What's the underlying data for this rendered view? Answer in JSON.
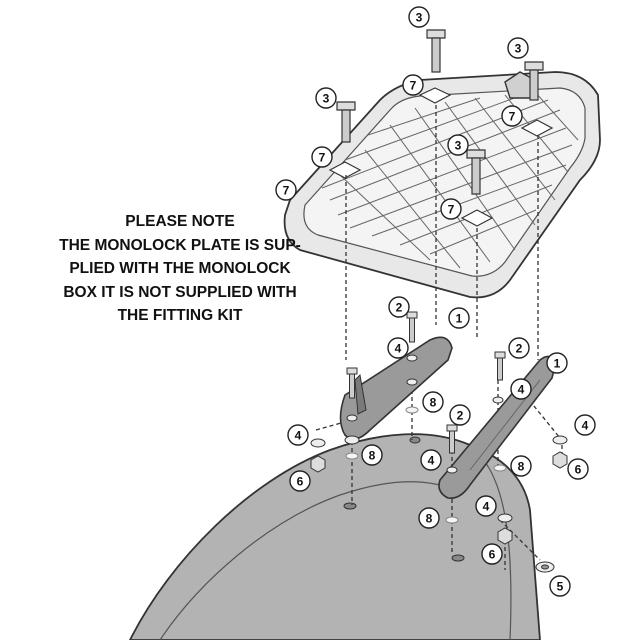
{
  "note": {
    "lines": [
      "PLEASE NOTE",
      "THE MONOLOCK PLATE IS SUP-",
      "PLIED WITH THE MONOLOCK",
      "BOX IT IS NOT SUPPLIED WITH",
      "THE FITTING KIT"
    ]
  },
  "callouts": {
    "n1": "1",
    "n2": "2",
    "n3": "3",
    "n4": "4",
    "n5": "5",
    "n6": "6",
    "n7": "7",
    "n8": "8"
  },
  "colors": {
    "plate_fill": "#e8e8e8",
    "bracket_fill": "#9a9a9a",
    "seat_fill": "#b3b3b3",
    "outline": "#333333"
  }
}
